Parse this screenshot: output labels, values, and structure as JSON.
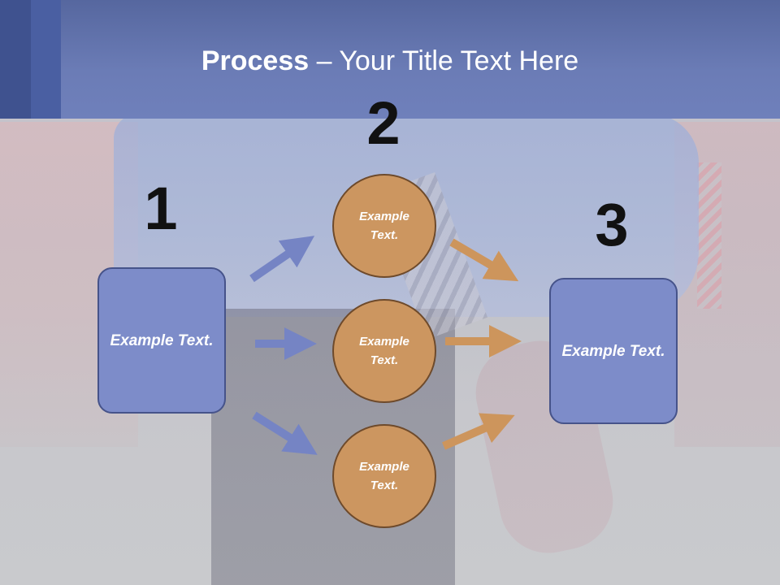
{
  "title": {
    "strong": "Process",
    "rest": " – Your Title Text Here"
  },
  "steps": {
    "one": "1",
    "two": "2",
    "three": "3"
  },
  "boxes": {
    "left": "Example Text.",
    "right": "Example Text."
  },
  "circles": [
    "Example Text.",
    "Example Text.",
    "Example Text."
  ],
  "colors": {
    "header": "#6b7cb6",
    "box_fill": "#7d8cc9",
    "box_border": "#46538a",
    "circle_fill": "#cc9660",
    "circle_border": "#6e4a2b",
    "arrow_blue": "#7584c4",
    "arrow_orange": "#cd955c",
    "number": "#111111"
  }
}
